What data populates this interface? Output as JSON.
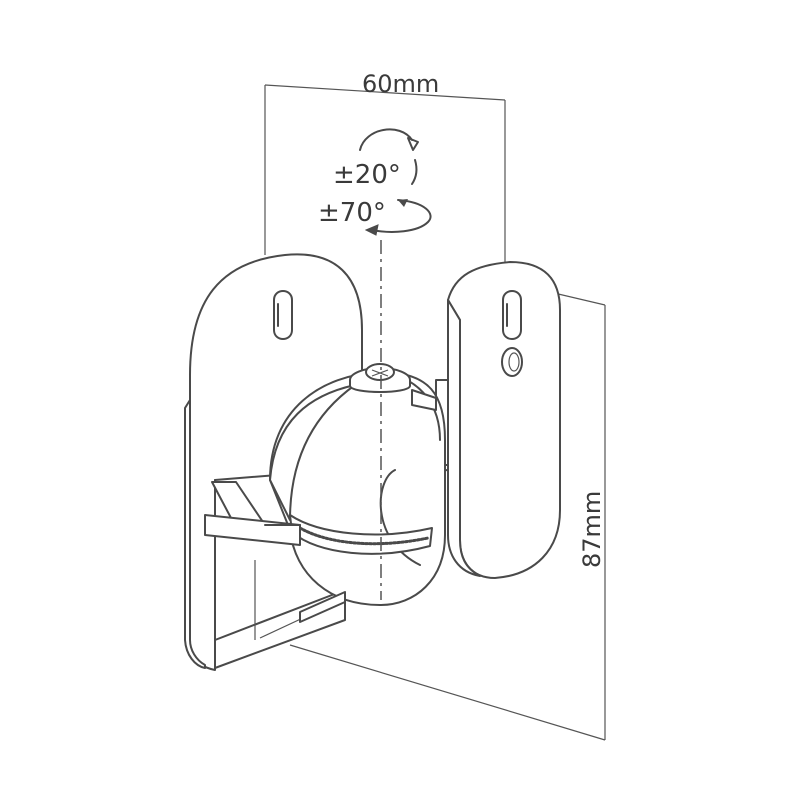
{
  "dimensions": {
    "width_label": "60mm",
    "height_label": "87mm"
  },
  "rotation": {
    "tilt_label": "±20°",
    "swivel_label": "±70°"
  },
  "colors": {
    "line": "#4a4a4a",
    "text": "#3a3a3a",
    "background": "#ffffff"
  }
}
